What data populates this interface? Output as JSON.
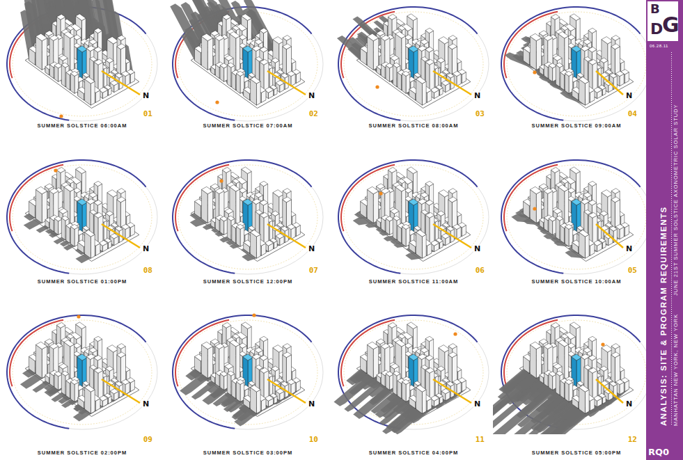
{
  "diagram": {
    "title": "ANALYSIS: SITE & PROGRAM REQUIREMENTS",
    "labels": [
      "01",
      "SUMMER SOLSTICE 06:00AM",
      "N",
      "02",
      "SUMMER SOLSTICE 07:00AM",
      "N",
      "03",
      "SUMMER SOLSTICE 08:00AM",
      "N",
      "04",
      "SUMMER SOLSTICE 09:00AM",
      "N",
      "08",
      "SUMMER SOLSTICE 01:00PM",
      "N",
      "07",
      "SUMMER SOLSTICE 12:00PM",
      "N",
      "06",
      "SUMMER SOLSTICE 11:00AM",
      "N",
      "05",
      "SUMMER SOLSTICE 10:00AM",
      "N",
      "09",
      "SUMMER SOLSTICE 02:00PM",
      "N",
      "10",
      "SUMMER SOLSTICE 03:00PM",
      "N",
      "11",
      "SUMMER SOLSTICE 04:00PM",
      "N",
      "12",
      "SUMMER SOLSTICE 05:00PM",
      "N",
      "B",
      "D",
      "G",
      "06.28.11",
      "MANHATTAN NEW YORK, NEW YORK",
      "JUNE 21ST SUMMER SOLSTICE AXONOMETRIC SOLAR STUDY",
      "RQ0"
    ]
  }
}
